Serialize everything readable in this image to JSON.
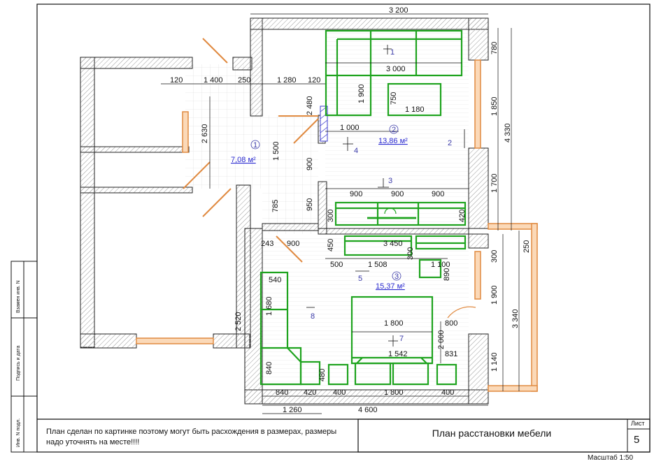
{
  "drawing": {
    "title": "План расстановки мебели",
    "sheet_label": "Лист",
    "sheet_number": "5",
    "scale": "Масштаб 1:50",
    "note": "План сделан по картинке поэтому могут быть расхождения в размерах, размеры надо уточнять на месте!!!!",
    "side_labels": [
      "Взамен инв. N",
      "Подпись и дата",
      "Инв. N подл."
    ]
  },
  "rooms": [
    {
      "number": "1",
      "area": "7,08 м²"
    },
    {
      "number": "2",
      "area": "13,86 м²"
    },
    {
      "number": "3",
      "area": "15,37 м²"
    }
  ],
  "view_markers": [
    "1",
    "2",
    "3",
    "4",
    "5",
    "7",
    "8"
  ],
  "dimensions": {
    "top": [
      "3 200"
    ],
    "room1": [
      "120",
      "1 400",
      "250",
      "1 280",
      "120",
      "2 630",
      "1 500",
      "2 480",
      "900",
      "900",
      "950",
      "785",
      "243",
      "900"
    ],
    "room2": [
      "3 000",
      "1 900",
      "750",
      "1 180",
      "1 000",
      "900",
      "900",
      "900",
      "300",
      "420"
    ],
    "right": [
      "780",
      "1 850",
      "4 330",
      "1 700",
      "250",
      "300",
      "1 900",
      "3 340",
      "1 140"
    ],
    "room3": [
      "450",
      "3 450",
      "300",
      "500",
      "1 508",
      "1 100",
      "890",
      "540",
      "1 680",
      "2 520",
      "1 800",
      "800",
      "2 000",
      "831",
      "1 542",
      "840",
      "480"
    ],
    "bottom": [
      "840",
      "420",
      "400",
      "1 800",
      "400",
      "1 260",
      "4 600"
    ]
  },
  "colors": {
    "furniture": "#1ea31e",
    "window": "#f0a060",
    "wall_hatch": "#999999",
    "dim": "#111111",
    "label": "#3a3aa8"
  }
}
